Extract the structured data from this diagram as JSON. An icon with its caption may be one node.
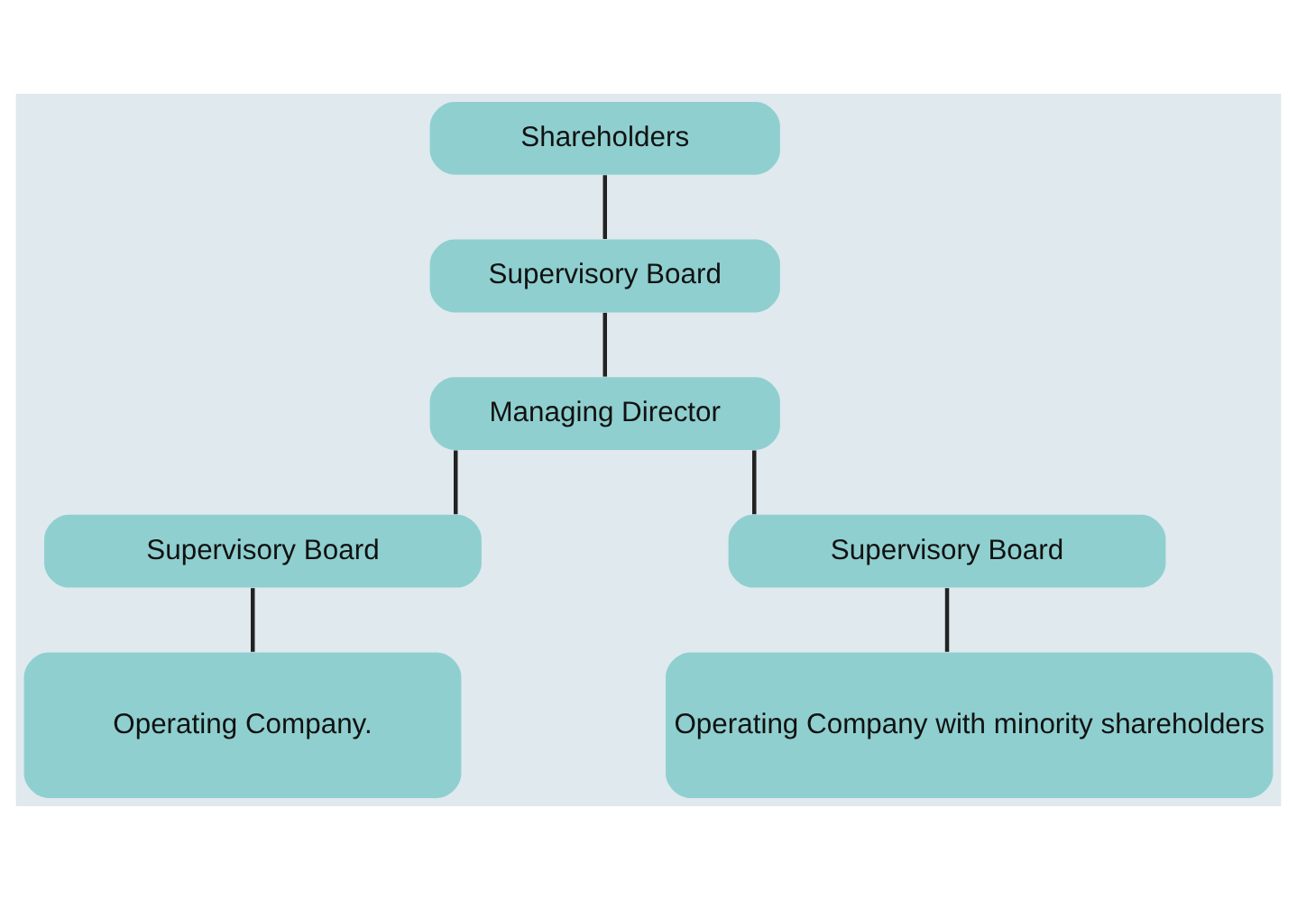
{
  "diagram": {
    "nodes": [
      {
        "text": [
          "Shareholders"
        ]
      },
      {
        "text": [
          "Supervisory Board"
        ]
      },
      {
        "text": [
          "Managing Director"
        ]
      },
      {
        "text": [
          "Supervisory Board"
        ]
      },
      {
        "text": [
          "Supervisory Board"
        ]
      },
      {
        "text": [
          "Operating Company."
        ]
      },
      {
        "text": [
          "Operating Company with minority shareholders"
        ]
      }
    ],
    "edges": [
      {
        "from": 0,
        "to": 1,
        "arrow": "none"
      },
      {
        "from": 1,
        "to": 2,
        "arrow": "none"
      },
      {
        "from": 2,
        "to": 3,
        "arrow": "none"
      },
      {
        "from": 2,
        "to": 4,
        "arrow": "none"
      },
      {
        "from": 3,
        "to": 5,
        "arrow": "none"
      },
      {
        "from": 4,
        "to": 6,
        "arrow": "none"
      }
    ]
  }
}
